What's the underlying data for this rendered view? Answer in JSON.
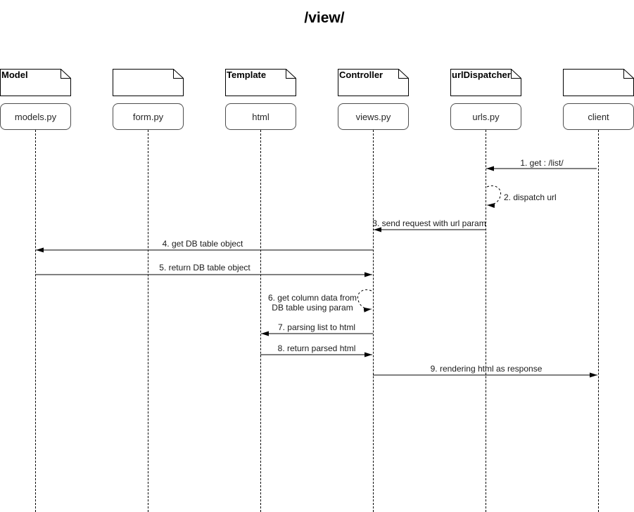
{
  "title": "/view/",
  "diagram_type": "uml-sequence-diagram",
  "colors": {
    "line": "#000000",
    "box_border": "#4d4d4d",
    "text": "#1a1a1a",
    "background": "#ffffff"
  },
  "actors": [
    {
      "stereotype": "Model",
      "name": "models.py"
    },
    {
      "stereotype": "",
      "name": "form.py"
    },
    {
      "stereotype": "Template",
      "name": "html"
    },
    {
      "stereotype": "Controller",
      "name": "views.py"
    },
    {
      "stereotype": "urlDispatcher",
      "name": "urls.py"
    },
    {
      "stereotype": "",
      "name": "client"
    }
  ],
  "messages": [
    {
      "label": "1. get : /list/",
      "from": "client",
      "to": "urls.py",
      "type": "solid-arrow"
    },
    {
      "label": "2. dispatch url",
      "from": "urls.py",
      "to": "urls.py",
      "type": "self-dashed"
    },
    {
      "label": "3. send request with url param",
      "from": "urls.py",
      "to": "views.py",
      "type": "solid-arrow"
    },
    {
      "label": "4. get DB table object",
      "from": "views.py",
      "to": "models.py",
      "type": "solid-arrow"
    },
    {
      "label": "5. return DB table object",
      "from": "models.py",
      "to": "views.py",
      "type": "solid-arrow"
    },
    {
      "label_line1": "6. get column data from",
      "label_line2": "DB table using param",
      "from": "views.py",
      "to": "views.py",
      "type": "self-dashed"
    },
    {
      "label": "7. parsing list to html",
      "from": "views.py",
      "to": "html",
      "type": "solid-arrow"
    },
    {
      "label": "8. return parsed html",
      "from": "html",
      "to": "views.py",
      "type": "solid-arrow"
    },
    {
      "label": "9. rendering html as response",
      "from": "views.py",
      "to": "client",
      "type": "solid-arrow"
    }
  ]
}
